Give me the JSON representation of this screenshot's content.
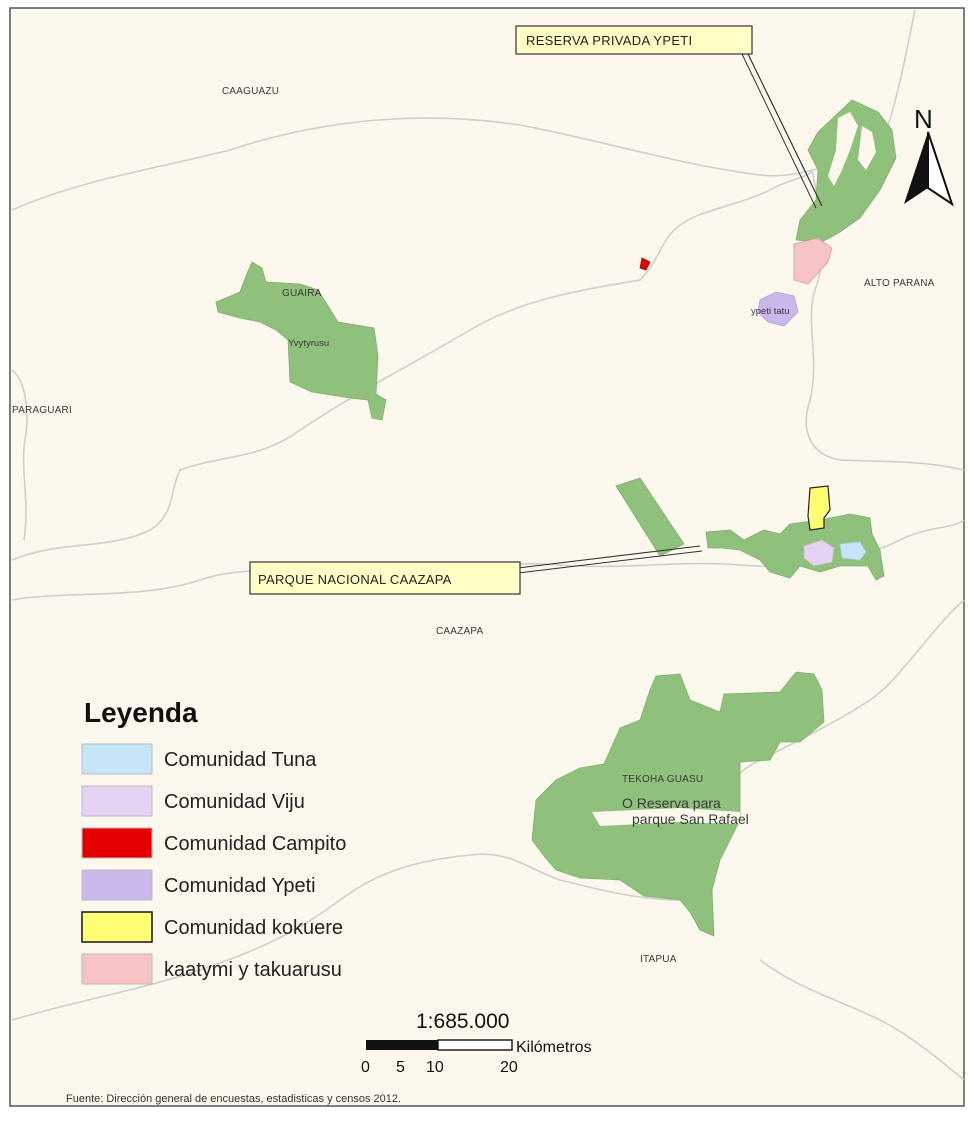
{
  "departments": {
    "caaguazu": "CAAGUAZU",
    "guaira": "GUAIRA",
    "paraguari": "PARAGUARI",
    "alto_parana": "ALTO PARANA",
    "caazapa": "CAAZAPA",
    "itapua": "ITAPUA"
  },
  "places": {
    "yvytyrusu": "Yvytyrusu",
    "ypeti_tatu": "ypeti tatu",
    "tekoha_guasu": "TEKOHA GUASU",
    "reserva_line1": "O  Reserva para",
    "reserva_line2": "parque San Rafael"
  },
  "callouts": {
    "ypeti": "RESERVA PRIVADA YPETI",
    "caazapa_park": "PARQUE NACIONAL CAAZAPA"
  },
  "north": "N",
  "legend": {
    "title": "Leyenda",
    "items": [
      {
        "label": "Comunidad Tuna",
        "color": "#c4e6f6"
      },
      {
        "label": "Comunidad Viju",
        "color": "#e6d2f2"
      },
      {
        "label": "Comunidad Campito",
        "color": "#e60000"
      },
      {
        "label": "Comunidad Ypeti",
        "color": "#cbb8ec"
      },
      {
        "label": "Comunidad kokuere",
        "color": "#ffff73"
      },
      {
        "label": "kaatymi y takuarusu",
        "color": "#f6c4c4"
      }
    ]
  },
  "scale": {
    "ratio": "1:685.000",
    "unit": "Kilómetros",
    "ticks": [
      "0",
      "5",
      "10",
      "20"
    ]
  },
  "source": "Fuente: Dirección general de encuestas, estadisticas y censos 2012.",
  "colors": {
    "background": "#fcf8ed",
    "park_green": "#8fc17d",
    "boundary": "#cfcfcf",
    "callout_fill": "#ffffc6"
  }
}
